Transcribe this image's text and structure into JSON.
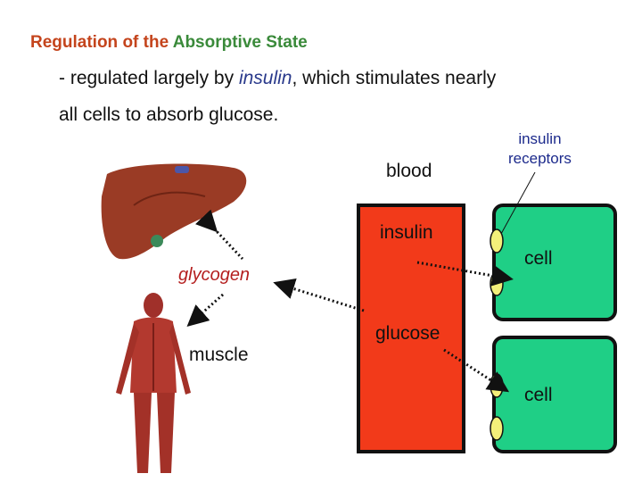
{
  "title": {
    "part1": "Regulation of the ",
    "part2": "Absorptive State",
    "color1": "#c4441c",
    "color2": "#3a8a3a"
  },
  "body": {
    "line1_pre": "- regulated largely by ",
    "line1_insulin": "insulin",
    "line1_post": ", which stimulates nearly",
    "line2": "all cells to absorb glucose."
  },
  "diagram": {
    "blood": "blood",
    "insulin": "insulin",
    "glucose": "glucose",
    "receptors_line1": "insulin",
    "receptors_line2": "receptors",
    "cell_top": "cell",
    "cell_bottom": "cell",
    "glycogen": "glycogen",
    "muscle": "muscle",
    "colors": {
      "blood": "#f23a1a",
      "cell": "#1fcf86",
      "receptor": "#f3f07a"
    }
  }
}
